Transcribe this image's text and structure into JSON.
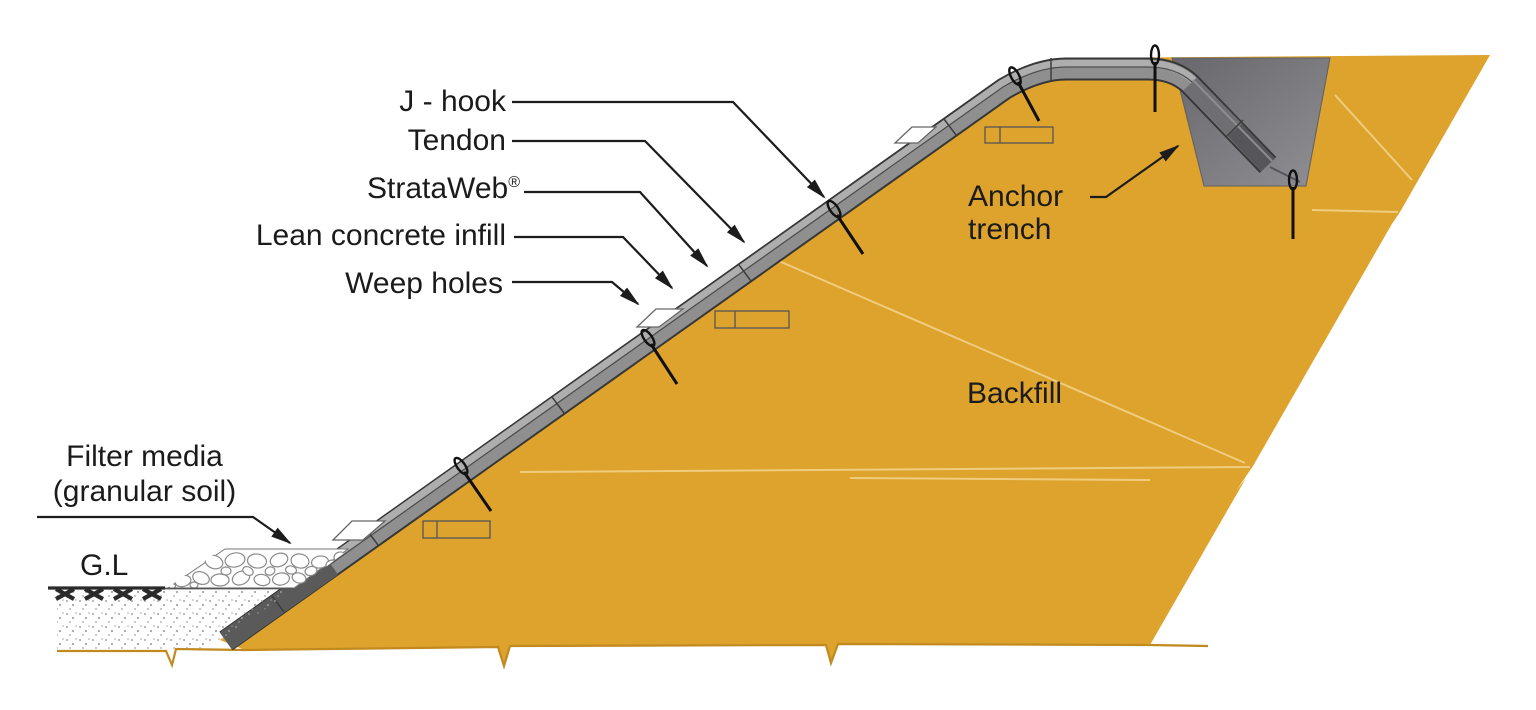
{
  "diagram": {
    "labels": {
      "j_hook": "J - hook",
      "tendon": "Tendon",
      "strataweb": "StrataWeb",
      "registered_mark": "®",
      "lean_concrete_infill": "Lean concrete infill",
      "weep_holes": "Weep holes",
      "filter_media_line1": "Filter media",
      "filter_media_line2": "(granular soil)",
      "ground_level": "G.L",
      "backfill": "Backfill",
      "anchor_trench_line1": "Anchor",
      "anchor_trench_line2": "trench"
    },
    "colors": {
      "backfill": "#DDA32C",
      "backfill_edge": "#C2891F",
      "liner_outline": "#373737",
      "liner_body": "#8F8F8F",
      "liner_light": "#AEAEAE",
      "liner_toe": "#5A5A5A",
      "trench_dark": "#68686C",
      "trench_light": "#8F8F94",
      "trench_liner_upper": "#6F6F73",
      "trench_liner_lower": "#55555A",
      "leader": "#1C1C1C",
      "text": "#1B1B1B",
      "stone_outline": "#8A8A8A",
      "stipple_dot": "#9B9B9B"
    }
  }
}
